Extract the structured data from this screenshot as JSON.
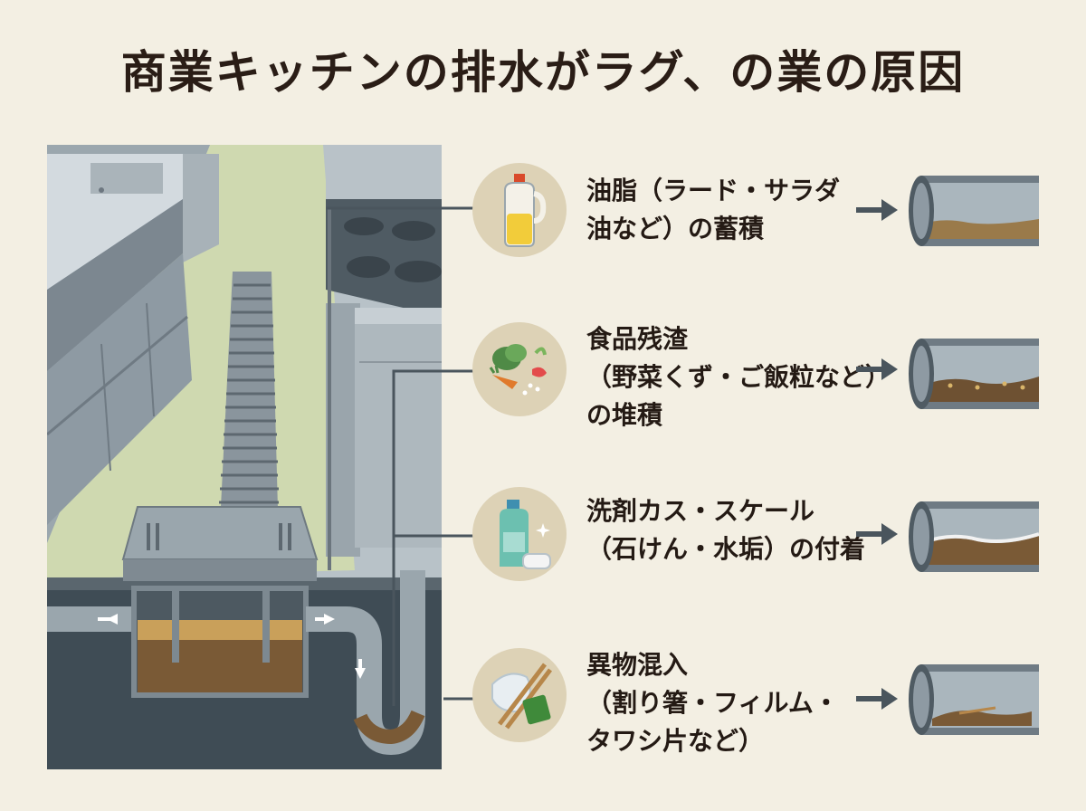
{
  "title": "商業キッチンの排水がラグ、の業の原因",
  "causes": [
    {
      "id": "grease",
      "lines": [
        "油脂（ラード・サラダ",
        "油など）の蓄積"
      ],
      "icon": "oil-bottle-icon"
    },
    {
      "id": "food-waste",
      "lines": [
        "食品残渣",
        "（野菜くず・ご飯粒など）",
        "の堆積"
      ],
      "icon": "vegetable-scraps-icon"
    },
    {
      "id": "detergent",
      "lines": [
        "洗剤カス・スケール",
        "（石けん・水垢）の付着"
      ],
      "icon": "detergent-bottle-icon"
    },
    {
      "id": "foreign",
      "lines": [
        "異物混入",
        "（割り箸・フィルム・",
        "タワシ片など）"
      ],
      "icon": "chopsticks-film-icon"
    }
  ],
  "colors": {
    "background": "#f3efe3",
    "floor": "#cfd9b0",
    "steel": "#8f9aa3",
    "sludge": "#7a5a36",
    "grease": "#c9a05a"
  }
}
